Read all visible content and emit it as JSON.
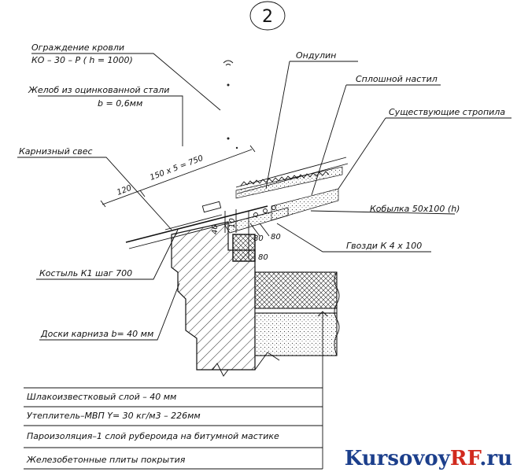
{
  "detail_number": "2",
  "labels": {
    "roof_guard_line1": "Ограждение кровли",
    "roof_guard_line2": "КО – 30 – Р ( h = 1000)",
    "gutter_line1": "Желоб из оцинкованной стали",
    "gutter_line2": "b = 0,6мм",
    "eaves_overhang": "Карнизный свес",
    "ondulin": "Ондулин",
    "solid_deck": "Сплошной настил",
    "existing_rafters": "Существующие стропила",
    "filly": "Кобылка 50х100 (h)",
    "nails": "Гвозди К 4 х 100",
    "crutch": "Костыль К1 шаг 700",
    "eave_boards": "Доски карниза b= 40 мм"
  },
  "dimensions": {
    "slope": "150 х 5 = 750",
    "overhang": "120",
    "d40": "40",
    "d10": "10",
    "d80a": "80",
    "d80b": "80",
    "d80c": "80"
  },
  "layers": [
    "Шлакоизвестковый слой – 40 мм",
    "Утеплитель–МВП Y= 30 кг/м3 – 226мм",
    "Пароизоляция–1 слой рубероида на битумной мастике",
    "Железобетонные плиты покрытия"
  ],
  "watermark": {
    "part1": "Kursovoy",
    "part2": "RF",
    "part3": ".ru"
  }
}
